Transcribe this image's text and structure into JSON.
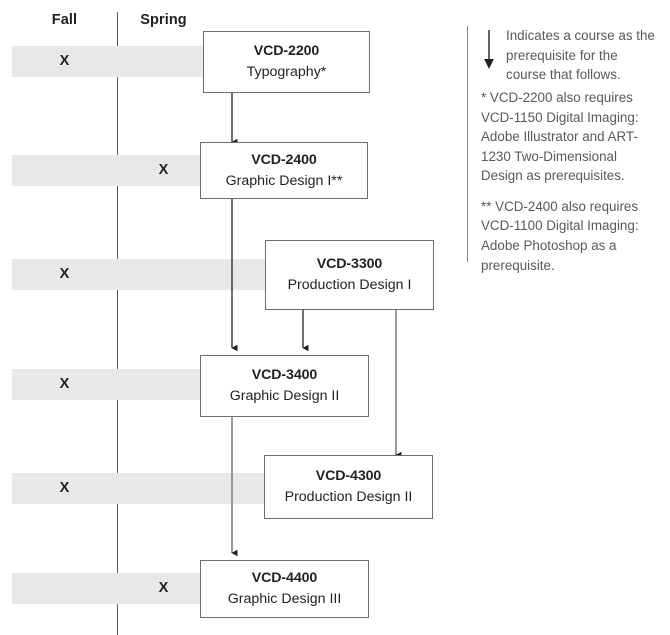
{
  "columns": {
    "fall_label": "Fall",
    "spring_label": "Spring"
  },
  "marker": "X",
  "courses": [
    {
      "code": "VCD-2200",
      "title": "Typography*",
      "semester": "fall"
    },
    {
      "code": "VCD-2400",
      "title": "Graphic Design I**",
      "semester": "spring"
    },
    {
      "code": "VCD-3300",
      "title": "Production Design I",
      "semester": "fall"
    },
    {
      "code": "VCD-3400",
      "title": "Graphic Design II",
      "semester": "fall"
    },
    {
      "code": "VCD-4300",
      "title": "Production Design II",
      "semester": "fall"
    },
    {
      "code": "VCD-4400",
      "title": "Graphic Design III",
      "semester": "spring"
    }
  ],
  "legend": {
    "arrow_icon": "down-arrow-icon",
    "indicates": "Indicates a course as the prerequisite for the course that follows.",
    "note_single_star": "* VCD-2200 also requires VCD-1150 Digital Imaging: Adobe Illustrator and ART-1230 Two-Dimensional Design as prerequisites.",
    "note_double_star": "** VCD-2400 also requires VCD-1100 Digital Imaging: Adobe Photoshop as a prerequisite."
  },
  "colors": {
    "band": "#e9e8e8",
    "box_border": "#6d6e71",
    "divider": "#58595b",
    "arrow": "#231f20",
    "text": "#231f20",
    "legend_text": "#58595b"
  }
}
